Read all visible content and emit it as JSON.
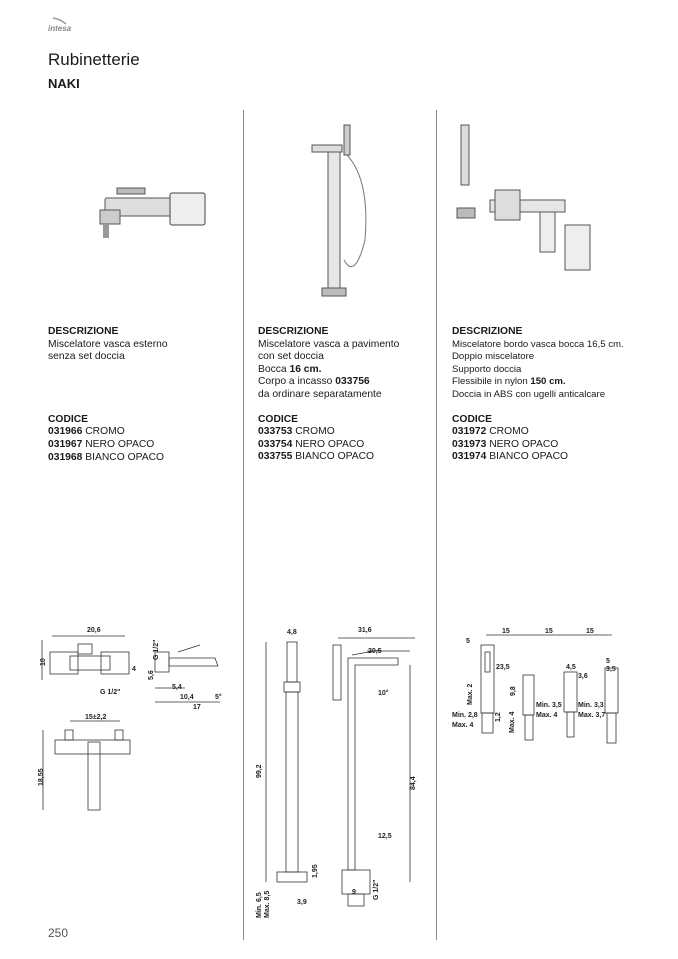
{
  "header": {
    "brand": "intesa",
    "title": "Rubinetterie",
    "subtitle": "NAKI"
  },
  "products": [
    {
      "description_label": "DESCRIZIONE",
      "description": [
        "Miscelatore vasca esterno",
        "senza set doccia"
      ],
      "codes_label": "CODICE",
      "codes": [
        {
          "code": "031966",
          "finish": "CROMO"
        },
        {
          "code": "031967",
          "finish": "NERO OPACO"
        },
        {
          "code": "031968",
          "finish": "BIANCO OPACO"
        }
      ],
      "dimensions": [
        "20,6",
        "10",
        "4",
        "G 1/2\"",
        "G 1/2\"",
        "5,6",
        "5,4",
        "10,4",
        "5°",
        "17",
        "15±2,2",
        "18,55"
      ]
    },
    {
      "description_label": "DESCRIZIONE",
      "description": [
        "Miscelatore vasca a pavimento",
        "con set doccia"
      ],
      "spout_prefix": "Bocca ",
      "spout_value": "16 cm.",
      "body_prefix": "Corpo a incasso ",
      "body_code": "033756",
      "description_end": "da ordinare separatamente",
      "codes_label": "CODICE",
      "codes": [
        {
          "code": "033753",
          "finish": "CROMO"
        },
        {
          "code": "033754",
          "finish": "NERO OPACO"
        },
        {
          "code": "033755",
          "finish": "BIANCO OPACO"
        }
      ],
      "dimensions": [
        "4,8",
        "31,6",
        "20,5",
        "10°",
        "99,2",
        "84,4",
        "12,5",
        "1,95",
        "Min. 6,5",
        "Max. 8,5",
        "3,9",
        "9",
        "G 1/2\""
      ]
    },
    {
      "description_label": "DESCRIZIONE",
      "description": [
        "Miscelatore bordo vasca bocca 16,5 cm.",
        "Doppio miscelatore",
        "Supporto doccia"
      ],
      "hose_prefix": "Flessibile in nylon ",
      "hose_value": "150 cm.",
      "description_end": "Doccia in ABS con ugelli anticalcare",
      "codes_label": "CODICE",
      "codes": [
        {
          "code": "031972",
          "finish": "CROMO"
        },
        {
          "code": "031973",
          "finish": "NERO OPACO"
        },
        {
          "code": "031974",
          "finish": "BIANCO OPACO"
        }
      ],
      "dimensions": [
        "15",
        "15",
        "15",
        "5",
        "23,5",
        "4,5",
        "3,6",
        "5",
        "3,5",
        "Max. 2",
        "9,8",
        "1,2",
        "Min. 2,8",
        "Max. 4",
        "Max. 4",
        "Min. 3,5",
        "Max. 4",
        "Min. 3,3",
        "Max. 3,7"
      ]
    }
  ],
  "page_number": "250"
}
